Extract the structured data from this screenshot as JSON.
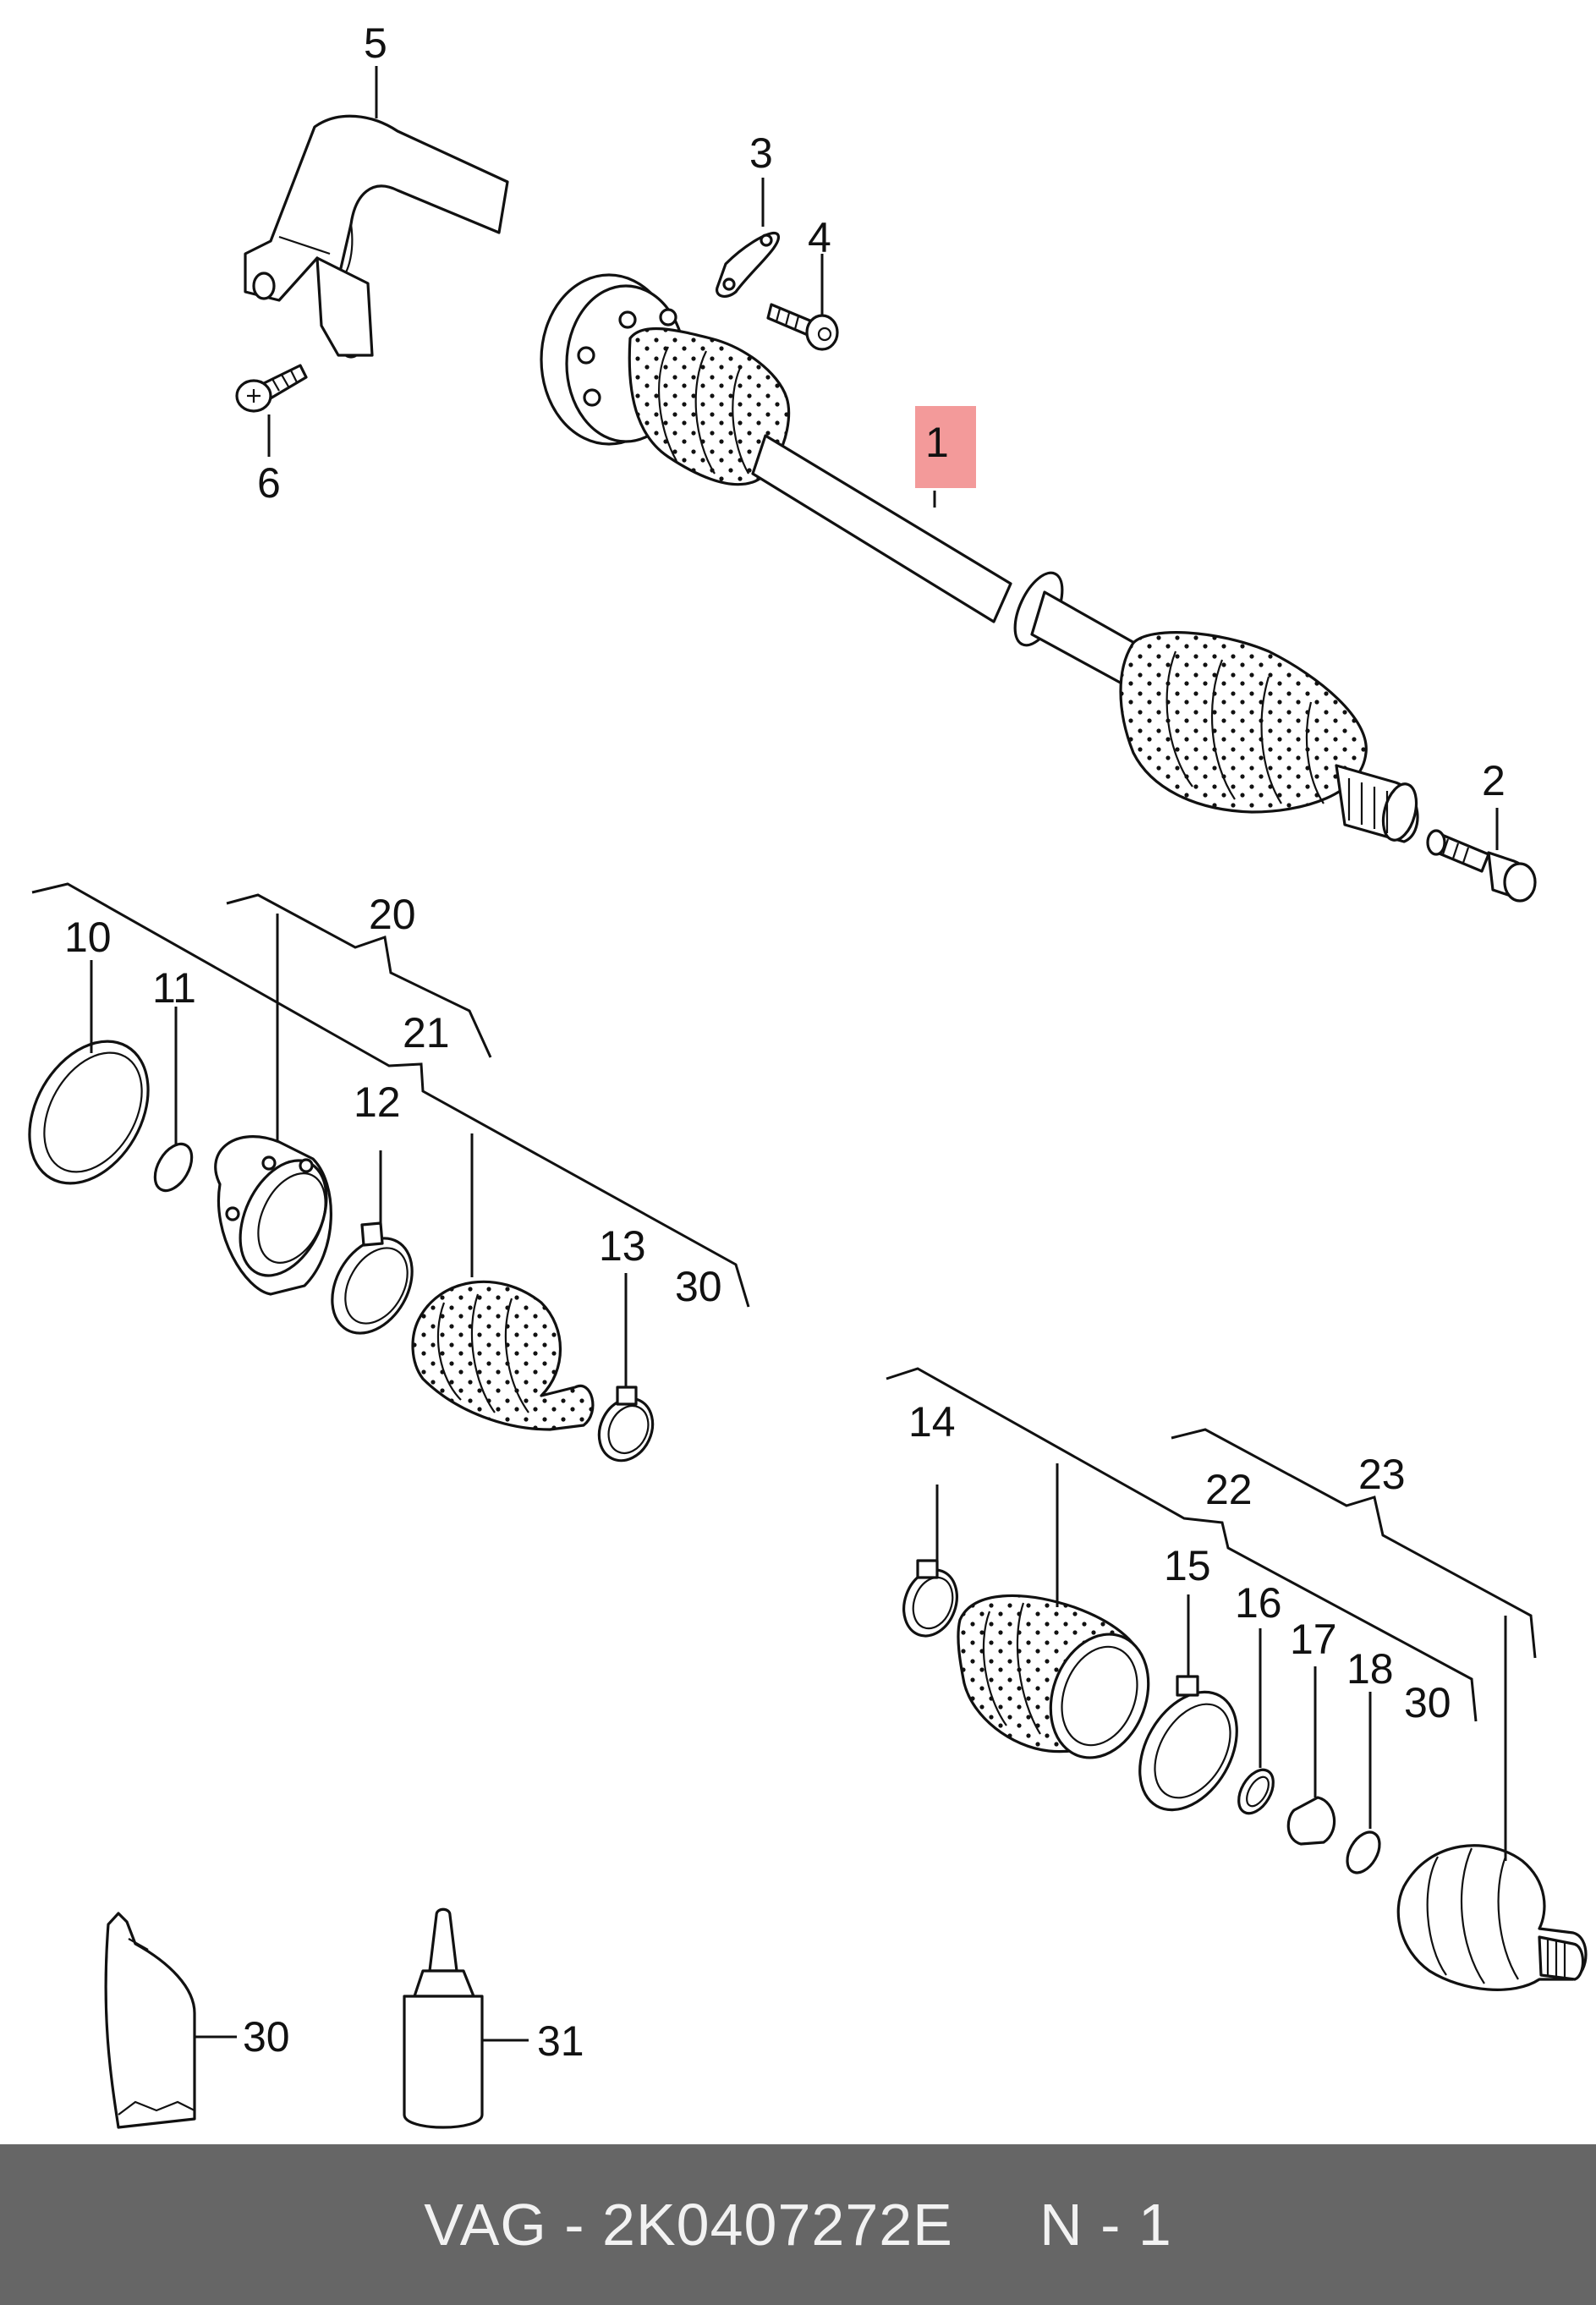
{
  "diagram": {
    "highlight_color": "#f39a9a",
    "line_color": "#111111",
    "callouts": {
      "c1": "1",
      "c2": "2",
      "c3": "3",
      "c4": "4",
      "c5": "5",
      "c6": "6",
      "c10": "10",
      "c11": "11",
      "c12": "12",
      "c13": "13",
      "c14": "14",
      "c15": "15",
      "c16": "16",
      "c17": "17",
      "c18": "18",
      "c20": "20",
      "c21": "21",
      "c22": "22",
      "c23": "23",
      "c30a": "30",
      "c30b": "30",
      "c30c": "30",
      "c31": "31"
    }
  },
  "footer": {
    "background": "#666666",
    "text": "VAG - 2K0407272E     N - 1"
  }
}
